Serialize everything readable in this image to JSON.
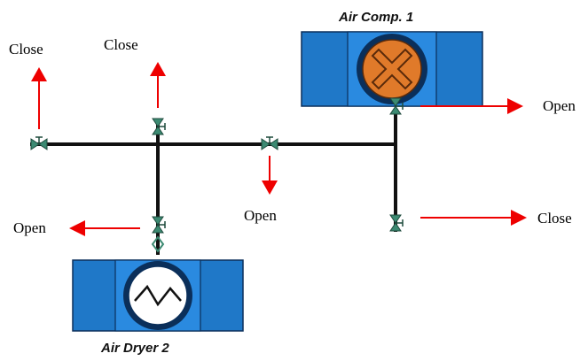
{
  "colors": {
    "arrow": "#ee0000",
    "pipe": "#111111",
    "valve": "#3c8a72",
    "equipment_panel": "#1f78c8",
    "compressor_core": "#e07a2a",
    "dryer_core": "#ffffff"
  },
  "equipment": {
    "compressor": {
      "title": "Air Comp. 1",
      "icon": "fan-cross-icon"
    },
    "dryer": {
      "title": "Air Dryer 2",
      "icon": "heater-zigzag-icon"
    }
  },
  "valves": {
    "left_vent": {
      "state": "Close",
      "icon": "valve-icon"
    },
    "upper_branch": {
      "state": "Close",
      "icon": "valve-icon"
    },
    "middle_header": {
      "state": "Open",
      "icon": "valve-icon"
    },
    "compressor_outlet": {
      "state": "Open",
      "icon": "valve-icon"
    },
    "compressor_drain": {
      "state": "Close",
      "icon": "valve-icon"
    },
    "dryer_inlet": {
      "state": "Open",
      "icon": "valve-icon"
    }
  }
}
